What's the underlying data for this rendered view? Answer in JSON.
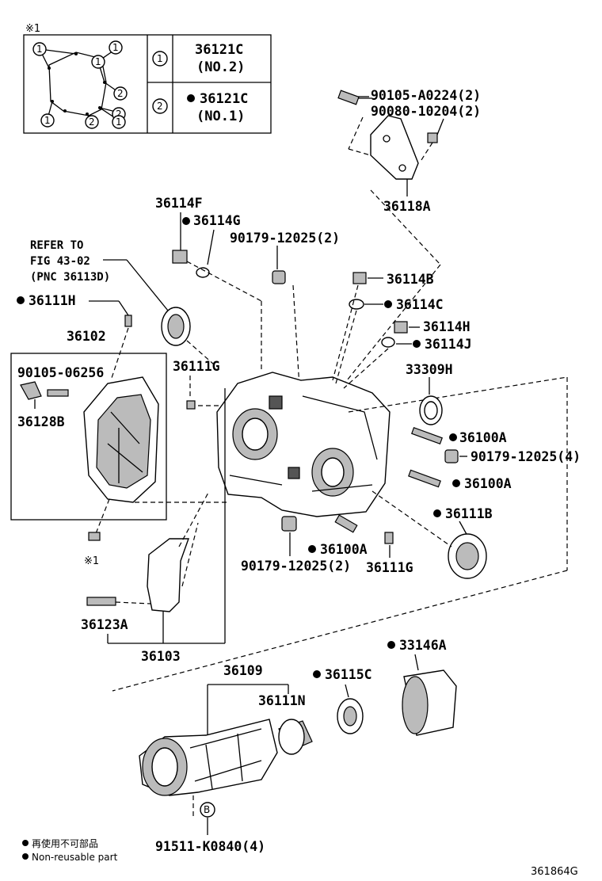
{
  "inset": {
    "mark": "※1",
    "rows": [
      {
        "circle": "1",
        "part": "36121C",
        "note": "(NO.2)",
        "dot": false
      },
      {
        "circle": "2",
        "part": "36121C",
        "note": "(NO.1)",
        "dot": true
      }
    ],
    "diagram_circles": [
      "1",
      "1",
      "1",
      "2",
      "2",
      "1",
      "1",
      "2",
      "1"
    ]
  },
  "labels": {
    "p90105_a0224": "90105-A0224(2)",
    "p90080_10204": "90080-10204(2)",
    "p36118a": "36118A",
    "p36114f": "36114F",
    "p36114g": "36114G",
    "p90179_top": "90179-12025(2)",
    "refer1": "REFER TO",
    "refer2": "FIG 43-02",
    "refer3": "(PNC 36113D)",
    "p36111h": "36111H",
    "p36102": "36102",
    "p90105_06256": "90105-06256",
    "p36128b": "36128B",
    "p36111g_left": "36111G",
    "p36114b": "36114B",
    "p36114c": "36114C",
    "p36114h": "36114H",
    "p36114j": "36114J",
    "p33309h": "33309H",
    "p36100a_1": "36100A",
    "p90179_right": "90179-12025(4)",
    "p36100a_2": "36100A",
    "p36111b": "36111B",
    "p36100a_3": "36100A",
    "p90179_bottom": "90179-12025(2)",
    "p36111g_bottom": "36111G",
    "mark_bottom": "※1",
    "p36123a": "36123A",
    "p36103": "36103",
    "p36109": "36109",
    "p36115c": "36115C",
    "p33146a": "33146A",
    "p36111n": "36111N",
    "circle_b": "B",
    "p91511": "91511-K0840(4)"
  },
  "legend": {
    "line_jp": "再使用不可部品",
    "line_en": "Non-reusable part"
  },
  "figure_id": "361864G"
}
